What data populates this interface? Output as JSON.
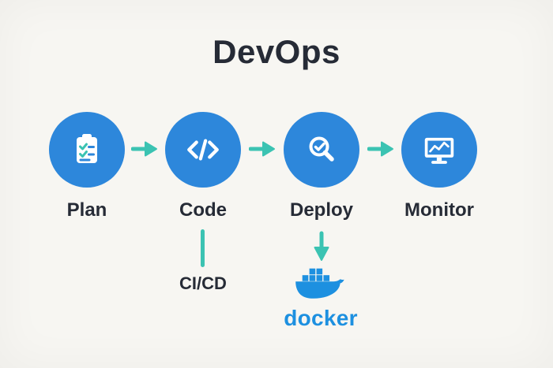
{
  "title": "DevOps",
  "stages": [
    {
      "label": "Plan",
      "icon": "clipboard-checklist-icon"
    },
    {
      "label": "Code",
      "icon": "code-brackets-icon"
    },
    {
      "label": "Deploy",
      "icon": "magnifier-check-icon"
    },
    {
      "label": "Monitor",
      "icon": "monitor-chart-icon"
    }
  ],
  "edges": [
    {
      "from": "Plan",
      "to": "Code",
      "type": "arrow-right"
    },
    {
      "from": "Code",
      "to": "Deploy",
      "type": "arrow-right"
    },
    {
      "from": "Deploy",
      "to": "Monitor",
      "type": "arrow-right"
    },
    {
      "from": "Code",
      "to": "CI/CD",
      "type": "line-down"
    },
    {
      "from": "Deploy",
      "to": "docker",
      "type": "arrow-down"
    }
  ],
  "annotations": {
    "cicd": {
      "label": "CI/CD"
    },
    "docker": {
      "label": "docker",
      "icon": "docker-whale-icon"
    }
  },
  "colors": {
    "background": "#f7f6f2",
    "node_fill": "#2d87db",
    "accent_teal": "#3bc3b2",
    "text_dark": "#262b36",
    "docker_blue": "#1d90e0"
  }
}
